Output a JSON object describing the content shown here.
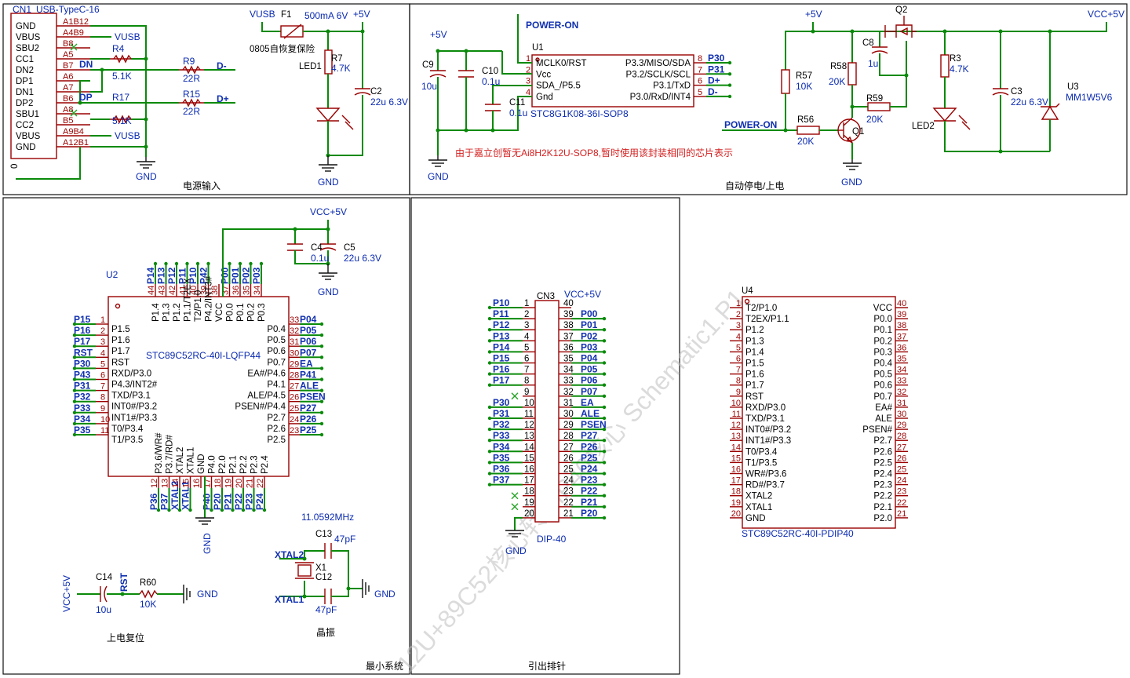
{
  "sections": {
    "power_input": "电源输入",
    "auto_power": "自动停电/上电",
    "min_system": "最小系统",
    "header": "引出排针",
    "reset": "上电复位",
    "crystal": "晶振"
  },
  "watermark": "12U+89C52核心转DIP40核心 Schematic1.P1",
  "usb": {
    "ref": "CN1",
    "part": "USB-TypeC-16",
    "pin_names": [
      "GND",
      "VBUS",
      "SBU2",
      "CC1",
      "DN2",
      "DP1",
      "DN1",
      "DP2",
      "SBU1",
      "CC2",
      "VBUS",
      "GND"
    ],
    "pin_nums": [
      "A1B12",
      "A4B9",
      "B8",
      "A5",
      "B7",
      "A6",
      "A7",
      "B6",
      "A8",
      "B5",
      "A9B4",
      "A12B1"
    ],
    "extra": "0"
  },
  "power": {
    "vusb": "VUSB",
    "vcc5": "+5V",
    "vccp5": "VCC+5V",
    "gnd": "GND",
    "power_on": "POWER-ON"
  },
  "comp": {
    "F1": "F1",
    "F1v": "500mA 6V",
    "F1d": "0805自恢复保险",
    "R4": "R4",
    "R4v": "5.1K",
    "R17": "R17",
    "R17v": "5.1K",
    "R9": "R9",
    "R9v": "22R",
    "R15": "R15",
    "R15v": "22R",
    "R7": "R7",
    "R7v": "4.7K",
    "LED1": "LED1",
    "LED2": "LED2",
    "C2": "C2",
    "C2v": "22u 6.3V",
    "C9": "C9",
    "C9v": "10u",
    "C10": "C10",
    "C10v": "0.1u",
    "C11": "C11",
    "C11v": "0.1u",
    "U1": "U1",
    "U1p": "STC8G1K08-36I-SOP8",
    "U1note": "由于嘉立创暂无Ai8H2K12U-SOP8,暂时使用该封装相同的芯片表示",
    "Q2": "Q2",
    "C8": "C8",
    "C8v": "1u",
    "R58": "R58",
    "R58v": "20K",
    "R57": "R57",
    "R57v": "10K",
    "R59": "R59",
    "R59v": "20K",
    "R56": "R56",
    "R56v": "20K",
    "Q1": "Q1",
    "R3": "R3",
    "R3v": "4.7K",
    "C3": "C3",
    "C3v": "22u 6.3V",
    "U3": "U3",
    "U3p": "MM1W5V6",
    "C4": "C4",
    "C4v": "0.1u",
    "C5": "C5",
    "C5v": "22u 6.3V",
    "U2": "U2",
    "U2p": "STC89C52RC-40I-LQFP44",
    "C14": "C14",
    "C14v": "10u",
    "R60": "R60",
    "R60v": "10K",
    "X1": "X1",
    "Xf": "11.0592MHz",
    "C13": "C13",
    "C13v": "47pF",
    "C12": "C12",
    "C12v": "47pF",
    "CN3": "CN3",
    "CN3p": "DIP-40",
    "U4": "U4",
    "U4p": "STC89C52RC-40I-PDIP40"
  },
  "u1": {
    "left": [
      [
        "1",
        "MCLK0/RST"
      ],
      [
        "2",
        "Vcc"
      ],
      [
        "3",
        "SDA_/P5.5"
      ],
      [
        "4",
        "Gnd"
      ]
    ],
    "right": [
      [
        "8",
        "P3.3/MISO/SDA"
      ],
      [
        "7",
        "P3.2/SCLK/SCL"
      ],
      [
        "6",
        "P3.1/TxD"
      ],
      [
        "5",
        "P3.0/RxD/INT4"
      ]
    ],
    "nets": [
      "P30",
      "P31",
      "D+",
      "D-"
    ]
  },
  "u2": {
    "left": [
      [
        "1",
        "P1.5",
        "P15"
      ],
      [
        "2",
        "P1.6",
        "P16"
      ],
      [
        "3",
        "P1.7",
        "P17"
      ],
      [
        "4",
        "RST",
        "RST"
      ],
      [
        "5",
        "RXD/P3.0",
        "P30"
      ],
      [
        "6",
        "P4.3/INT2#",
        "P43"
      ],
      [
        "7",
        "TXD/P3.1",
        "P31"
      ],
      [
        "8",
        "INT0#/P3.2",
        "P32"
      ],
      [
        "9",
        "INT1#/P3.3",
        "P33"
      ],
      [
        "10",
        "T0/P3.4",
        "P34"
      ],
      [
        "11",
        "T1/P3.5",
        "P35"
      ]
    ],
    "right": [
      [
        "33",
        "P0.4",
        "P04"
      ],
      [
        "32",
        "P0.5",
        "P05"
      ],
      [
        "31",
        "P0.6",
        "P06"
      ],
      [
        "30",
        "P0.7",
        "P07"
      ],
      [
        "29",
        "EA#/P4.6",
        "EA"
      ],
      [
        "28",
        "P4.1",
        "P41"
      ],
      [
        "27",
        "ALE/P4.5",
        "ALE"
      ],
      [
        "26",
        "PSEN#/P4.4",
        "PSEN"
      ],
      [
        "25",
        "P2.7",
        "P27"
      ],
      [
        "24",
        "P2.6",
        "P26"
      ],
      [
        "23",
        "P2.5",
        "P25"
      ]
    ],
    "top": [
      [
        "44",
        "P1.4",
        "P14"
      ],
      [
        "43",
        "P1.3",
        "P13"
      ],
      [
        "42",
        "P1.2",
        "P12"
      ],
      [
        "41",
        "P1.1/T2EX",
        "P11"
      ],
      [
        "40",
        "T2/P1.0",
        "P10"
      ],
      [
        "39",
        "P4.2/INT3#",
        "P42"
      ],
      [
        "38",
        "VCC",
        ""
      ],
      [
        "37",
        "P0.0",
        "P00"
      ],
      [
        "36",
        "P0.1",
        "P01"
      ],
      [
        "35",
        "P0.2",
        "P02"
      ],
      [
        "34",
        "P0.3",
        "P03"
      ]
    ],
    "bottom": [
      [
        "12",
        "P3.6/WR#",
        "P36"
      ],
      [
        "13",
        "P3.7/RD#",
        "P37"
      ],
      [
        "14",
        "XTAL2",
        "XTAL2"
      ],
      [
        "15",
        "XTAL1",
        "XTAL1"
      ],
      [
        "16",
        "GND",
        ""
      ],
      [
        "17",
        "P4.0",
        "P40"
      ],
      [
        "18",
        "P2.0",
        "P20"
      ],
      [
        "19",
        "P2.1",
        "P21"
      ],
      [
        "20",
        "P2.2",
        "P22"
      ],
      [
        "21",
        "P2.3",
        "P23"
      ],
      [
        "22",
        "P2.4",
        "P24"
      ]
    ]
  },
  "cn3": {
    "left": [
      [
        "1",
        "P10"
      ],
      [
        "2",
        "P11"
      ],
      [
        "3",
        "P12"
      ],
      [
        "4",
        "P13"
      ],
      [
        "5",
        "P14"
      ],
      [
        "6",
        "P15"
      ],
      [
        "7",
        "P16"
      ],
      [
        "8",
        "P17"
      ],
      [
        "9",
        ""
      ],
      [
        "10",
        "P30"
      ],
      [
        "11",
        "P31"
      ],
      [
        "12",
        "P32"
      ],
      [
        "13",
        "P33"
      ],
      [
        "14",
        "P34"
      ],
      [
        "15",
        "P35"
      ],
      [
        "16",
        "P36"
      ],
      [
        "17",
        "P37"
      ],
      [
        "18",
        ""
      ],
      [
        "19",
        ""
      ],
      [
        "20",
        ""
      ]
    ],
    "right": [
      [
        "40",
        "VCC+5V"
      ],
      [
        "39",
        "P00"
      ],
      [
        "38",
        "P01"
      ],
      [
        "37",
        "P02"
      ],
      [
        "36",
        "P03"
      ],
      [
        "35",
        "P04"
      ],
      [
        "34",
        "P05"
      ],
      [
        "33",
        "P06"
      ],
      [
        "32",
        "P07"
      ],
      [
        "31",
        "EA"
      ],
      [
        "30",
        "ALE"
      ],
      [
        "29",
        "PSEN"
      ],
      [
        "28",
        "P27"
      ],
      [
        "27",
        "P26"
      ],
      [
        "26",
        "P25"
      ],
      [
        "25",
        "P24"
      ],
      [
        "24",
        "P23"
      ],
      [
        "23",
        "P22"
      ],
      [
        "22",
        "P21"
      ],
      [
        "21",
        "P20"
      ]
    ]
  },
  "u4": {
    "left": [
      [
        "1",
        "T2/P1.0"
      ],
      [
        "2",
        "T2EX/P1.1"
      ],
      [
        "3",
        "P1.2"
      ],
      [
        "4",
        "P1.3"
      ],
      [
        "5",
        "P1.4"
      ],
      [
        "6",
        "P1.5"
      ],
      [
        "7",
        "P1.6"
      ],
      [
        "8",
        "P1.7"
      ],
      [
        "9",
        "RST"
      ],
      [
        "10",
        "RXD/P3.0"
      ],
      [
        "11",
        "TXD/P3.1"
      ],
      [
        "12",
        "INT0#/P3.2"
      ],
      [
        "13",
        "INT1#/P3.3"
      ],
      [
        "14",
        "T0/P3.4"
      ],
      [
        "15",
        "T1/P3.5"
      ],
      [
        "16",
        "WR#/P3.6"
      ],
      [
        "17",
        "RD#/P3.7"
      ],
      [
        "18",
        "XTAL2"
      ],
      [
        "19",
        "XTAL1"
      ],
      [
        "20",
        "GND"
      ]
    ],
    "right": [
      [
        "40",
        "VCC"
      ],
      [
        "39",
        "P0.0"
      ],
      [
        "38",
        "P0.1"
      ],
      [
        "37",
        "P0.2"
      ],
      [
        "36",
        "P0.3"
      ],
      [
        "35",
        "P0.4"
      ],
      [
        "34",
        "P0.5"
      ],
      [
        "33",
        "P0.6"
      ],
      [
        "32",
        "P0.7"
      ],
      [
        "31",
        "EA#"
      ],
      [
        "30",
        "ALE"
      ],
      [
        "29",
        "PSEN#"
      ],
      [
        "28",
        "P2.7"
      ],
      [
        "27",
        "P2.6"
      ],
      [
        "26",
        "P2.5"
      ],
      [
        "25",
        "P2.4"
      ],
      [
        "24",
        "P2.3"
      ],
      [
        "23",
        "P2.2"
      ],
      [
        "22",
        "P2.1"
      ],
      [
        "21",
        "P2.0"
      ]
    ]
  },
  "nets": {
    "DN": "DN",
    "DP": "DP",
    "Dm": "D-",
    "Dp": "D+",
    "RST": "RST",
    "XTAL2": "XTAL2",
    "XTAL1": "XTAL1",
    "VCCP5V": "VCC+5V"
  }
}
